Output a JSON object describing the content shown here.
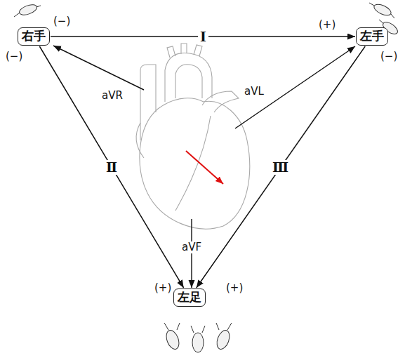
{
  "diagram": {
    "nodes": [
      {
        "text": [
          "右手"
        ]
      },
      {
        "text": [
          "左手"
        ]
      },
      {
        "text": [
          "左足"
        ]
      }
    ],
    "edges": [
      {
        "from": 0,
        "to": 1,
        "label": "Ⅰ",
        "arrow": "to"
      },
      {
        "from": 0,
        "to": 2,
        "label": "Ⅱ",
        "arrow": "to"
      },
      {
        "from": 1,
        "to": 2,
        "label": "Ⅲ",
        "arrow": "to"
      }
    ],
    "labels": [
      "(−)",
      "(−)",
      "(+)",
      "(−)",
      "(+)",
      "(+)",
      "aVR",
      "aVL",
      "aVF"
    ]
  }
}
